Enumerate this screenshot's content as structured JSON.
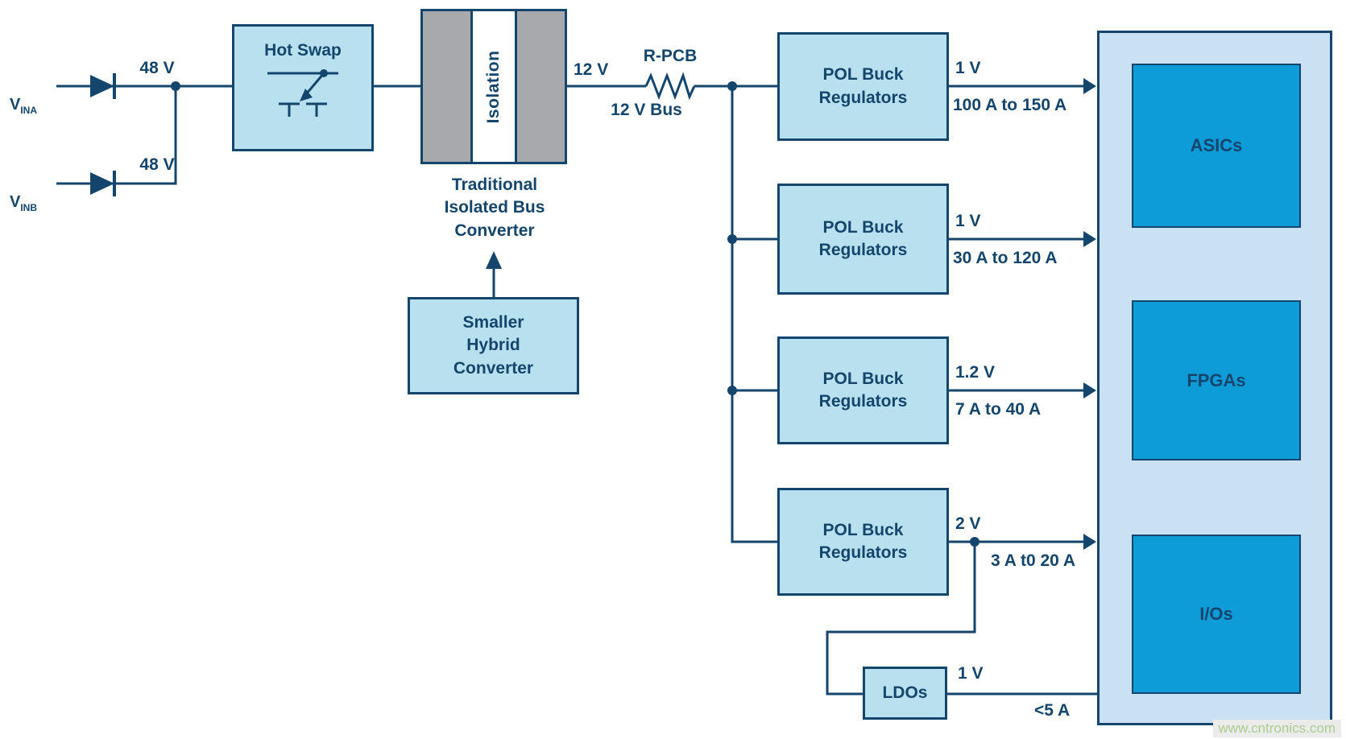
{
  "colors": {
    "navy": "#14466d",
    "light-blue": "#b9e0ef",
    "panel-blue": "#c9e1f2",
    "teal": "#0d9cd8",
    "gray": "#a7a9ac",
    "watermark-green": "#a9cd8f"
  },
  "inputs": [
    {
      "label": "V",
      "sub": "INA",
      "voltage": "48 V"
    },
    {
      "label": "V",
      "sub": "INB",
      "voltage": "48 V"
    }
  ],
  "hot_swap": {
    "label": "Hot Swap"
  },
  "isolation": {
    "label": "Isolation",
    "caption": "Traditional\nIsolated Bus\nConverter"
  },
  "hybrid": {
    "label": "Smaller\nHybrid\nConverter"
  },
  "bus": {
    "voltage": "12 V",
    "resistor": "R-PCB",
    "label": "12 V Bus"
  },
  "pol": [
    {
      "label": "POL Buck\nRegulators",
      "voltage": "1 V",
      "current": "100 A to 150 A"
    },
    {
      "label": "POL Buck\nRegulators",
      "voltage": "1 V",
      "current": "30 A to 120 A"
    },
    {
      "label": "POL Buck\nRegulators",
      "voltage": "1.2 V",
      "current": "7 A to 40 A"
    },
    {
      "label": "POL Buck\nRegulators",
      "voltage": "2 V",
      "current": "3 A t0 20 A"
    }
  ],
  "ldo": {
    "label": "LDOs",
    "voltage": "1 V",
    "current": "<5 A"
  },
  "loads": [
    {
      "label": "ASICs"
    },
    {
      "label": "FPGAs"
    },
    {
      "label": "I/Os"
    }
  ],
  "watermark": "www.cntronics.com"
}
